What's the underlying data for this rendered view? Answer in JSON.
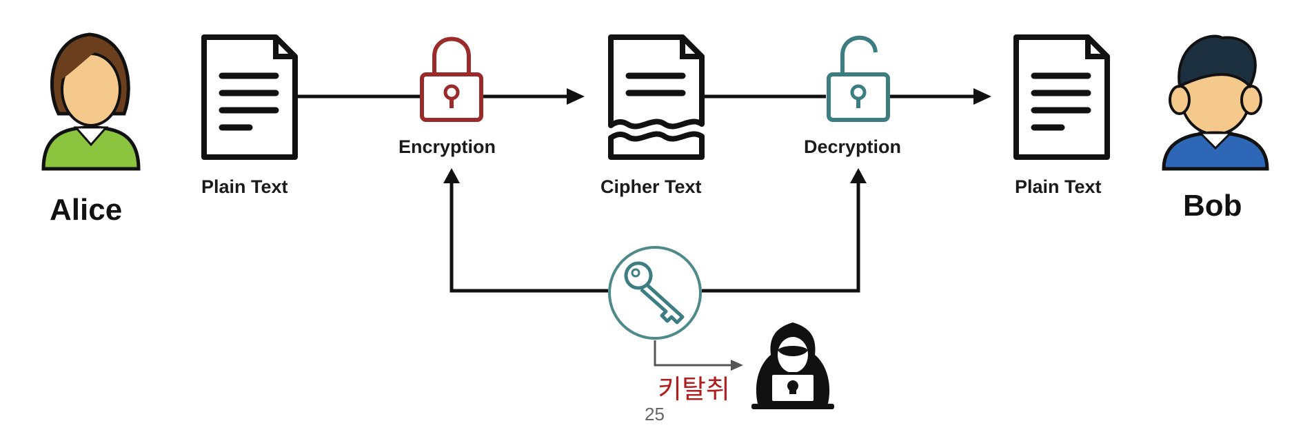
{
  "people": {
    "alice": "Alice",
    "bob": "Bob"
  },
  "labels": {
    "plain_text_left": "Plain Text",
    "encryption": "Encryption",
    "cipher_text": "Cipher Text",
    "decryption": "Decryption",
    "plain_text_right": "Plain Text"
  },
  "attack": {
    "label": "키탈취"
  },
  "page_number": "25",
  "colors": {
    "lock_closed": "#9b2a2a",
    "lock_open": "#3c7d82",
    "key_circle": "#4f8a8b",
    "attack_label": "#b01e1e"
  },
  "icons": {
    "alice": "female-user-icon",
    "bob": "male-user-icon",
    "document": "document-icon",
    "cipher_document": "torn-document-icon",
    "encryption": "lock-closed-icon",
    "decryption": "lock-open-icon",
    "key": "key-icon",
    "hacker": "hacker-icon"
  }
}
